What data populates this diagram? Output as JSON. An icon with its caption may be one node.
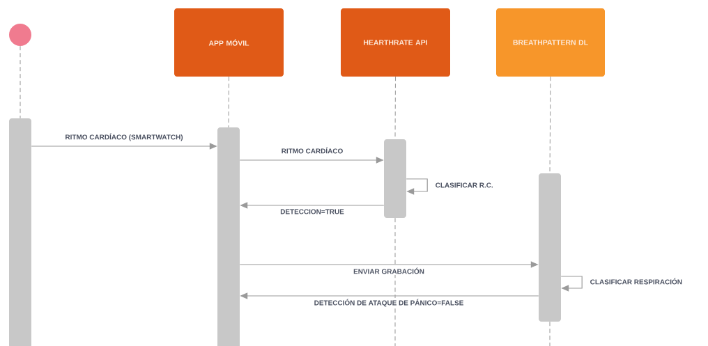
{
  "diagram": {
    "nodes": [
      {
        "text": [],
        "shape": "circle"
      },
      {
        "text": [
          "APP MÓVIL"
        ]
      },
      {
        "text": [
          "HEARTHRATE API"
        ]
      },
      {
        "text": [
          "BREATHPATTERN DL"
        ]
      },
      {
        "text": [],
        "shape": "bar"
      },
      {
        "text": [],
        "shape": "bar"
      },
      {
        "text": [],
        "shape": "bar"
      },
      {
        "text": [],
        "shape": "bar"
      }
    ],
    "edges": [
      {
        "from": 0,
        "to": 4,
        "arrow": "none",
        "style": "dashed"
      },
      {
        "from": 1,
        "to": 5,
        "arrow": "none",
        "style": "dashed"
      },
      {
        "from": 2,
        "to": 6,
        "arrow": "none",
        "style": "dashed"
      },
      {
        "from": 6,
        "to": null,
        "arrow": "none",
        "style": "dashed"
      },
      {
        "from": 3,
        "to": 7,
        "arrow": "none",
        "style": "dashed"
      },
      {
        "from": 7,
        "to": null,
        "arrow": "none",
        "style": "dashed"
      },
      {
        "from": 4,
        "to": 5,
        "arrow": "to",
        "label": "RITMO CARDÍACO (SMARTWATCH)"
      },
      {
        "from": 5,
        "to": 6,
        "arrow": "to",
        "label": "RITMO CARDÍACO"
      },
      {
        "from": 6,
        "to": 6,
        "arrow": "to",
        "label": "CLASIFICAR R.C."
      },
      {
        "from": 6,
        "to": 5,
        "arrow": "to",
        "label": "DETECCION=TRUE"
      },
      {
        "from": 5,
        "to": 7,
        "arrow": "to",
        "label": "ENVIAR GRABACIÓN"
      },
      {
        "from": 7,
        "to": 7,
        "arrow": "to",
        "label": "CLASIFICAR RESPIRACIÓN"
      },
      {
        "from": 7,
        "to": 5,
        "arrow": "to",
        "label": "DETECCIÓN DE ATAQUE DE PÁNICO=FALSE"
      }
    ]
  }
}
